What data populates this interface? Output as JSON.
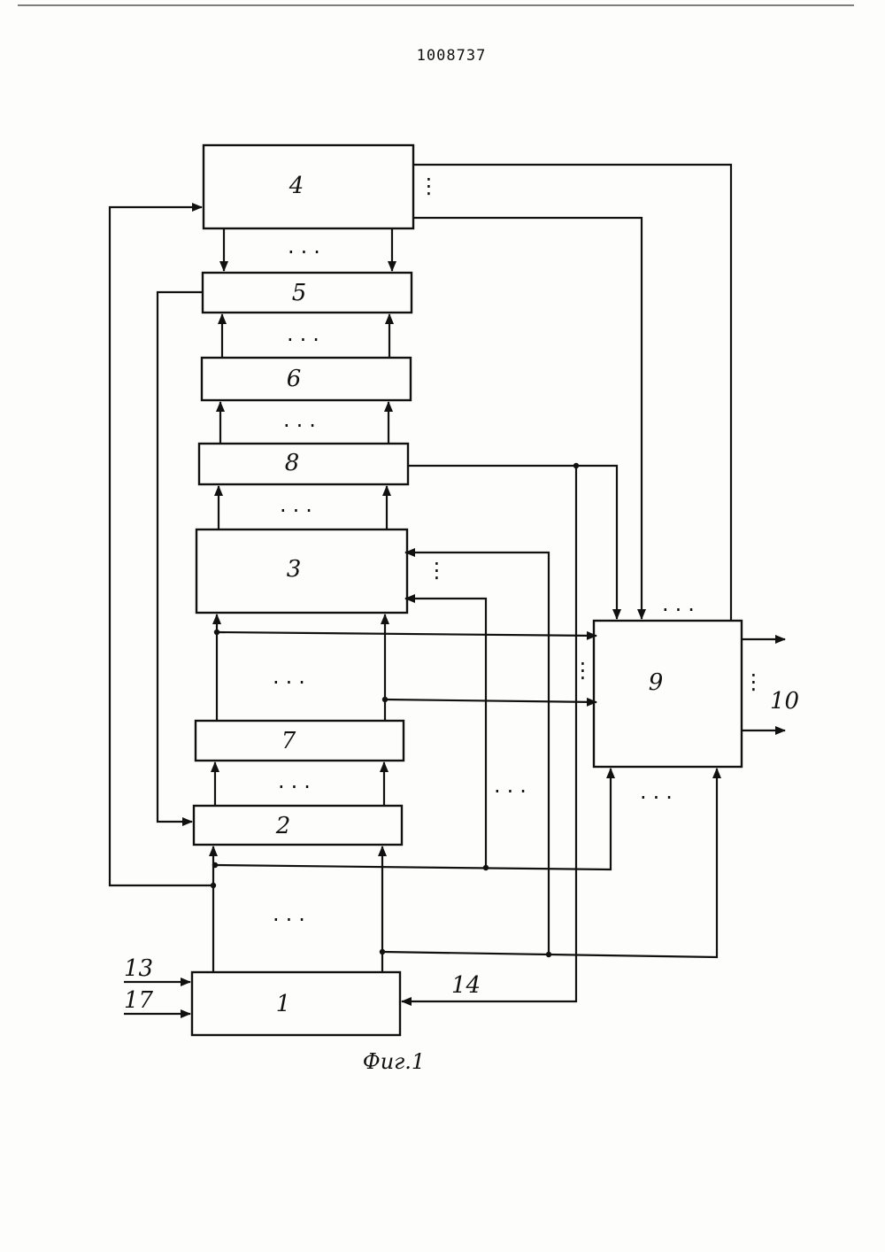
{
  "document": {
    "number": "1008737",
    "caption": "Фиг.1"
  },
  "blocks": {
    "b1": "1",
    "b2": "2",
    "b3": "3",
    "b4": "4",
    "b5": "5",
    "b6": "6",
    "b7": "7",
    "b8": "8",
    "b9": "9"
  },
  "ports": {
    "in13": "13",
    "in17": "17",
    "in14": "14",
    "out10": "10"
  },
  "ellipsis": "...",
  "vellipsis": "⋮"
}
